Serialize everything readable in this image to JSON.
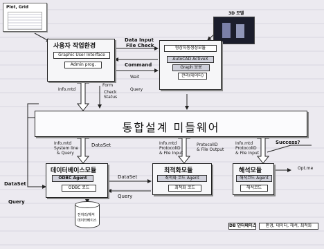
{
  "top_left": {
    "thumb_label": "Plot, Grid",
    "user_env_title": "사용자 작업환경",
    "gui_label": "Graphic User Interface",
    "admin_label": "Admin prog."
  },
  "top_right": {
    "thumb_label": "3D 모델",
    "module_title": "형상자동생성모듈",
    "autocad_label": "AutoCAD ActiveX",
    "graph_label": "Graph 응용",
    "admin_label": "관리(데이터)"
  },
  "arrows_top": {
    "data_input_label": "Data Input",
    "file_check_label": "File Check",
    "command_label": "Command",
    "wait_label": "Wait",
    "query_label": "Query",
    "info_label": "Info.mtd",
    "form_label": "Form",
    "check_status_label": "Check Status"
  },
  "middleware": {
    "title": "통합설계 미들웨어"
  },
  "db_module": {
    "title": "데이터베이스모듈",
    "agent_label": "ODBC Agent",
    "odbc_label": "ODBC 코드",
    "info_label": "Info.mtd",
    "system_line": "System line",
    "query_line": "& Query",
    "dataset_label": "DataSet"
  },
  "opt_module": {
    "title": "최적화모듈",
    "agent_label": "최적화 코드 Agent",
    "code_label": "최적화 코드",
    "info_label": "Info.mtd",
    "protocol_label": "ProtocolID",
    "file_label": "& File Input",
    "file_output_label": "& File Output",
    "protocol_right": "ProtocolID"
  },
  "ana_module": {
    "title": "해석모듈",
    "agent_label": "해석코드 Agent",
    "code_label": "해석코드",
    "info_label": "Info.mtd",
    "protocol_label": "ProtocolID",
    "file_label": "& File Input",
    "success_label": "Success?",
    "opt_label": "Opt.me"
  },
  "left_side": {
    "dataset_label": "DataSet",
    "query_label": "Query",
    "mid_dataset_label": "DataSet",
    "mid_query_label": "Query"
  },
  "database": {
    "line1": "전처리/해석",
    "line2": "데이터베이스"
  },
  "legend": {
    "db_label": "DB 인터페이스",
    "items_label": "환경, 데이터, 해석, 최적화"
  }
}
